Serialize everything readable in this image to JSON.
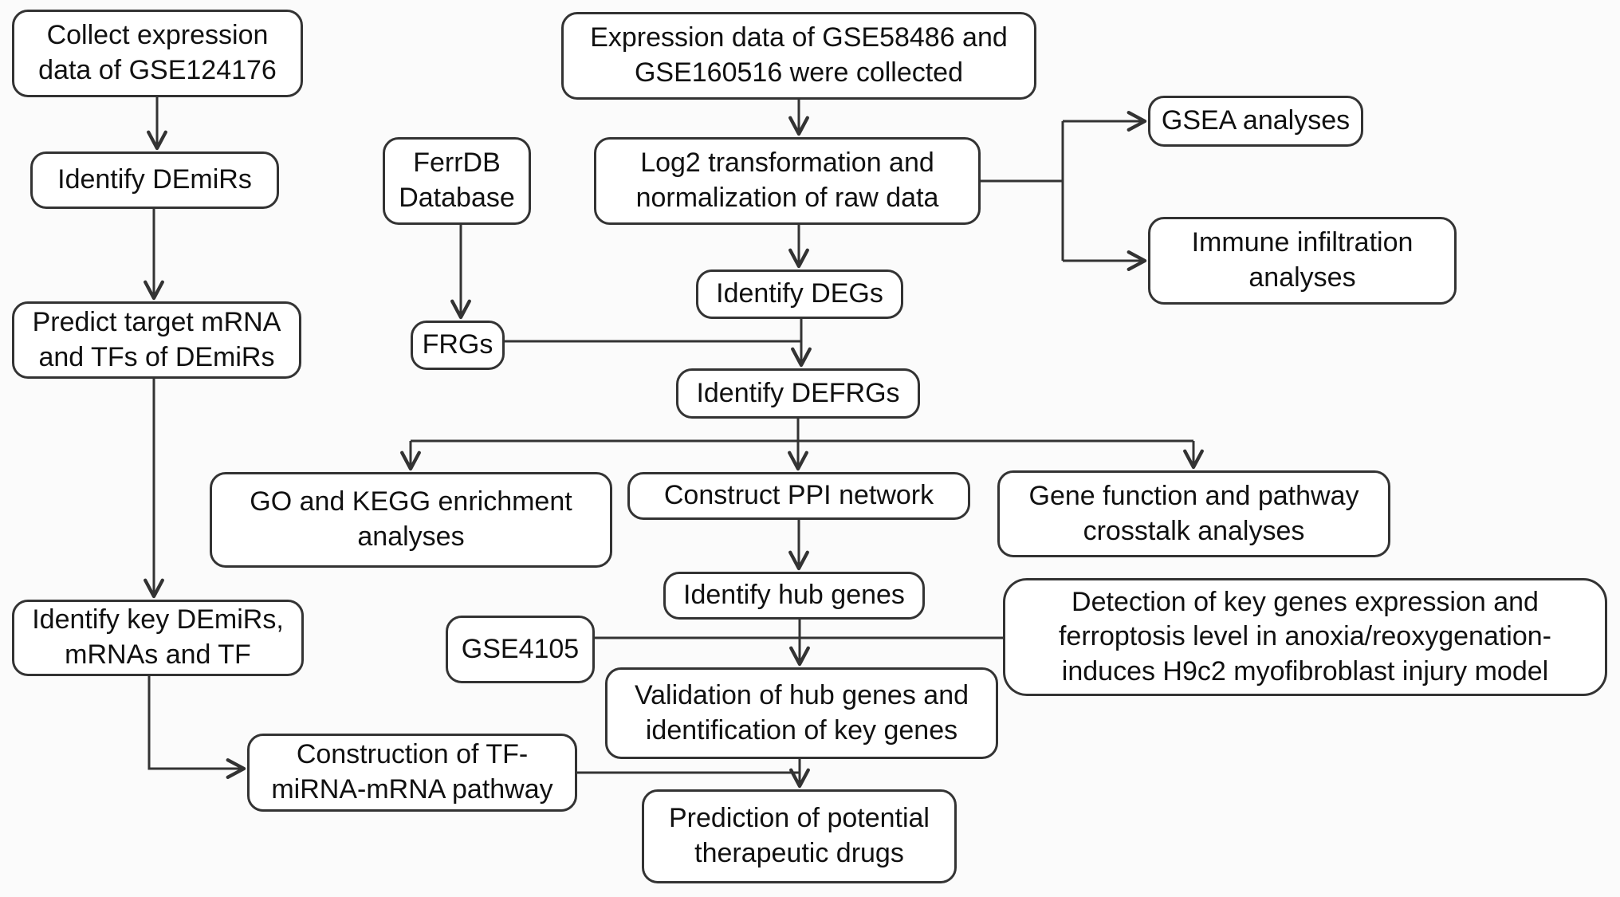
{
  "figure": {
    "title": "Study workflow flowchart",
    "background_color": "#fbfbfb",
    "box_fill_color": "#ffffff",
    "line_color": "#333333",
    "text_color": "#111111"
  },
  "nodes": {
    "collect": {
      "label": "Collect expression\ndata of GSE124176"
    },
    "identify_demirs": {
      "label": "Identify DEmiRs"
    },
    "predict_target": {
      "label": "Predict target mRNA\nand TFs of DEmiRs"
    },
    "identify_key": {
      "label": "Identify key DEmiRs,\nmRNAs and TF"
    },
    "construction_tf": {
      "label": "Construction of TF-\nmiRNA-mRNA pathway"
    },
    "expression_data": {
      "label": "Expression data of GSE58486 and\nGSE160516 were collected"
    },
    "log2": {
      "label": "Log2 transformation and\nnormalization of raw data"
    },
    "ferrdb": {
      "label": "FerrDB\nDatabase"
    },
    "frgs": {
      "label": "FRGs"
    },
    "identify_degs": {
      "label": "Identify DEGs"
    },
    "identify_defrgs": {
      "label": "Identify DEFRGs"
    },
    "go_kegg": {
      "label": "GO and KEGG enrichment\nanalyses"
    },
    "construct_ppi": {
      "label": "Construct PPI network"
    },
    "gene_function": {
      "label": "Gene function and pathway\ncrosstalk analyses"
    },
    "identify_hub": {
      "label": "Identify hub genes"
    },
    "gse4105": {
      "label": "GSE4105"
    },
    "validation": {
      "label": "Validation of hub genes and\nidentification of key genes"
    },
    "detection": {
      "label": "Detection of key genes expression and\nferroptosis level in anoxia/reoxygenation-\ninduces H9c2 myofibroblast injury model"
    },
    "prediction": {
      "label": "Prediction of potential\ntherapeutic drugs"
    },
    "gsea": {
      "label": "GSEA analyses"
    },
    "immune": {
      "label": "Immune infiltration\nanalyses"
    }
  },
  "edges": [
    {
      "from": "collect",
      "to": "identify_demirs"
    },
    {
      "from": "identify_demirs",
      "to": "predict_target"
    },
    {
      "from": "predict_target",
      "to": "identify_key"
    },
    {
      "from": "identify_key",
      "to": "construction_tf"
    },
    {
      "from": "construction_tf",
      "to": "prediction"
    },
    {
      "from": "expression_data",
      "to": "log2"
    },
    {
      "from": "log2",
      "to": "identify_degs"
    },
    {
      "from": "log2",
      "to": "gsea"
    },
    {
      "from": "log2",
      "to": "immune"
    },
    {
      "from": "ferrdb",
      "to": "frgs"
    },
    {
      "from": "frgs",
      "to": "identify_defrgs"
    },
    {
      "from": "identify_degs",
      "to": "identify_defrgs"
    },
    {
      "from": "identify_defrgs",
      "to": "go_kegg"
    },
    {
      "from": "identify_defrgs",
      "to": "construct_ppi"
    },
    {
      "from": "identify_defrgs",
      "to": "gene_function"
    },
    {
      "from": "construct_ppi",
      "to": "identify_hub"
    },
    {
      "from": "identify_hub",
      "to": "validation"
    },
    {
      "from": "gse4105",
      "to": "detection"
    },
    {
      "from": "validation",
      "to": "prediction"
    }
  ]
}
